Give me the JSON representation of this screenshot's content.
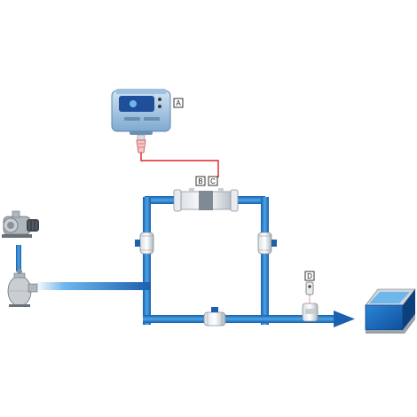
{
  "labels": {
    "control_unit": "A",
    "cell_b": "B",
    "cell_c": "C",
    "probe_d": "D"
  },
  "colors": {
    "pipe_dark": "#1b5fae",
    "pipe_light": "#4aa6e6",
    "cable": "#e02020",
    "pool_water": "#1e72c8",
    "device_body": "#8fb8dc"
  }
}
